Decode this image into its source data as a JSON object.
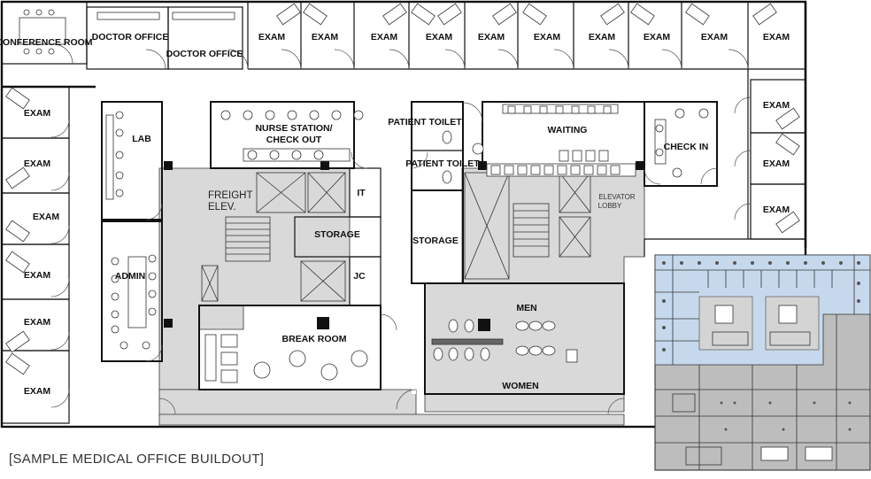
{
  "caption": "[SAMPLE MEDICAL OFFICE BUILDOUT]",
  "rooms": {
    "conference": "CONFERENCE ROOM",
    "doctor_office_1": "DOCTOR OFFICE",
    "doctor_office_2": "DOCTOR OFFICE",
    "exam": "EXAM",
    "lab": "LAB",
    "admin": "ADMIN",
    "nurse_station_1": "NURSE STATION/",
    "nurse_station_2": "CHECK OUT",
    "freight_1": "FREIGHT",
    "freight_2": "ELEV.",
    "it": "IT",
    "storage_1": "STORAGE",
    "storage_2": "STORAGE",
    "jc": "JC",
    "break_room": "BREAK ROOM",
    "patient_toilet_1": "PATIENT TOILET",
    "patient_toilet_2": "PATIENT TOILET",
    "waiting": "WAITING",
    "check_in": "CHECK IN",
    "elevator_1": "ELEVATOR",
    "elevator_2": "LOBBY",
    "men": "MEN",
    "women": "WOMEN"
  },
  "colors": {
    "core_gray": "#d9d9d9",
    "inset_blue": "#c6d9ec",
    "inset_gray": "#bdbdbd",
    "wall": "#111111"
  }
}
